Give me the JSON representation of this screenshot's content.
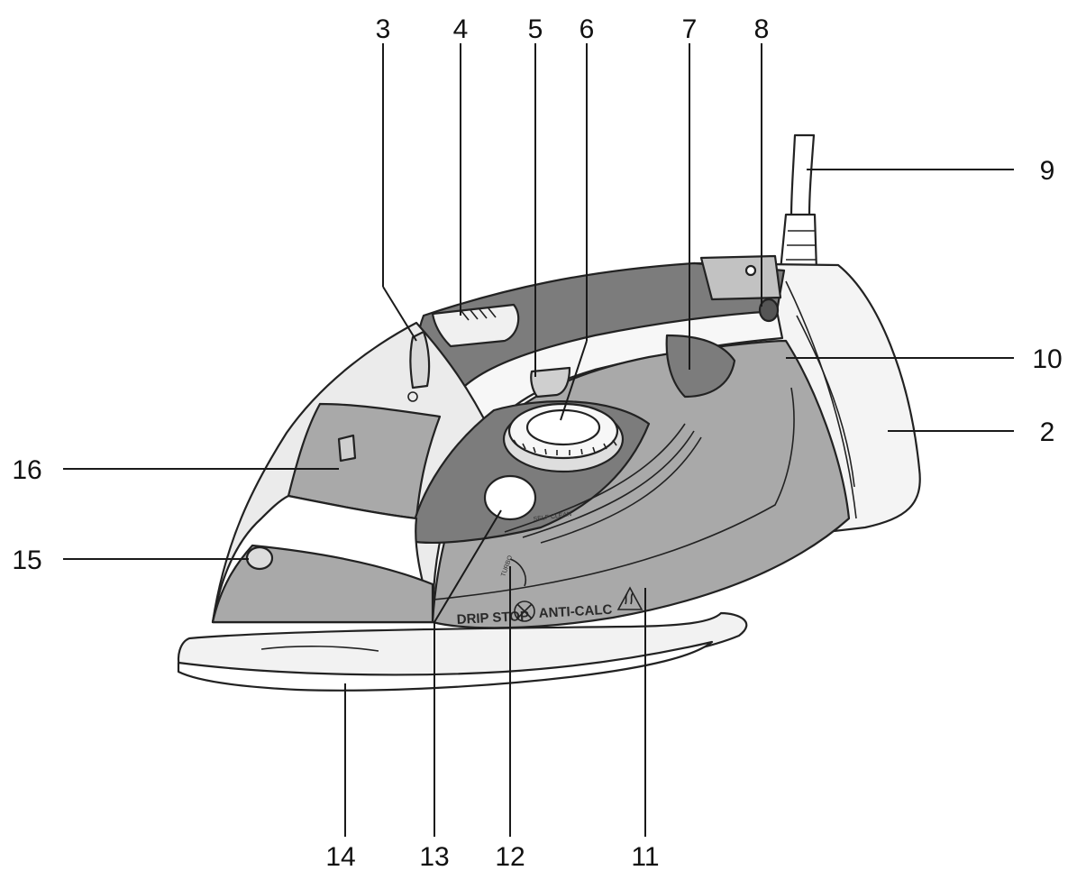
{
  "callouts": [
    {
      "id": "c3",
      "number": "3"
    },
    {
      "id": "c4",
      "number": "4"
    },
    {
      "id": "c5",
      "number": "5"
    },
    {
      "id": "c6",
      "number": "6"
    },
    {
      "id": "c7",
      "number": "7"
    },
    {
      "id": "c8",
      "number": "8"
    },
    {
      "id": "c9",
      "number": "9"
    },
    {
      "id": "c10",
      "number": "10"
    },
    {
      "id": "c2",
      "number": "2"
    },
    {
      "id": "c16",
      "number": "16"
    },
    {
      "id": "c15",
      "number": "15"
    },
    {
      "id": "c14",
      "number": "14"
    },
    {
      "id": "c13",
      "number": "13"
    },
    {
      "id": "c12",
      "number": "12"
    },
    {
      "id": "c11",
      "number": "11"
    }
  ],
  "printed": {
    "drip_stop": "DRIP STOP",
    "anti_calc": "ANTI-CALC",
    "self_clean": "SELF CLEAN",
    "steam_mark": "TURBO"
  },
  "colors": {
    "outline": "#222222",
    "light_shell": "#efefef",
    "mid_grey": "#a9a9a9",
    "dark_grey": "#7c7c7c"
  }
}
